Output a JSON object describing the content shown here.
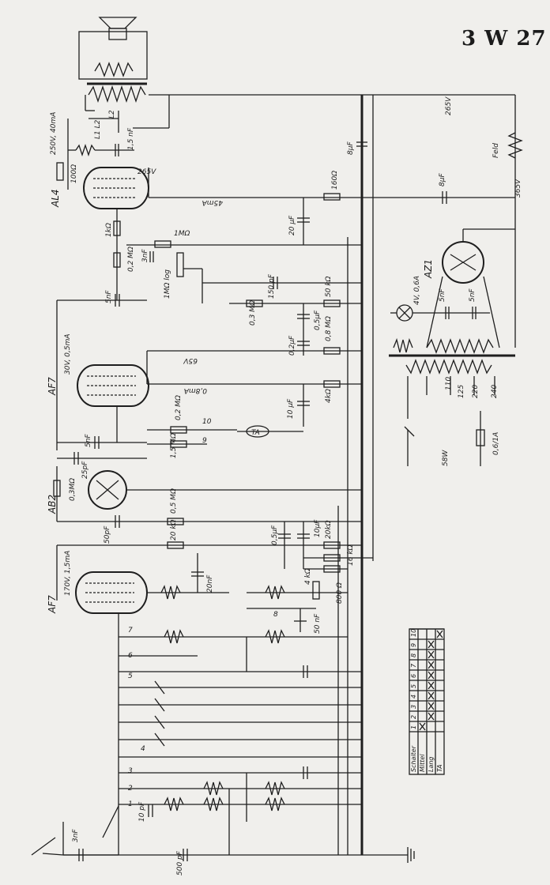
{
  "title": "3 W 27",
  "tubes": [
    {
      "name": "AL4",
      "supply": "250V, 40mA",
      "plate_voltage": "265V",
      "current": "45mA"
    },
    {
      "name": "AF7",
      "supply": "30V, 0,5mA",
      "plate_voltage": "65V",
      "current": "0,8mA"
    },
    {
      "name": "AB2"
    },
    {
      "name": "AF7",
      "supply": "170V, 1,5mA"
    },
    {
      "name": "AZ1"
    }
  ],
  "labels": {
    "l2": "L2",
    "l1l2": "L1 L2",
    "c15nf": "1,5 nF",
    "r100": "100Ω",
    "r1k": "1kΩ",
    "r1m": "1MΩ",
    "r02m": "0,2 MΩ",
    "c3nf": "3nF",
    "pot1m": "1MΩ log",
    "c5nf_a": "5nF",
    "c150pf": "150 pF",
    "r03m": "0,3 MΩ",
    "r50k": "50 kΩ",
    "c05uf_a": "0,5μF",
    "c02uf": "0,2μF",
    "r08m": "0,8 MΩ",
    "c20uf": "20 μF",
    "r160": "160Ω",
    "c8uf_a": "8μF",
    "c8uf_b": "8μF",
    "v265_a": "265V",
    "v365": "365V",
    "feld": "Feld",
    "c10uf_a": "10 μF",
    "r4k": "4kΩ",
    "r02m_b": "0,2 MΩ",
    "r15m": "1,5 MΩ",
    "sw10": "10",
    "sw9": "9",
    "ta": "TA",
    "c5nf_b": "5nF",
    "c25pf": "25pF",
    "r03m_b": "0,3MΩ",
    "c50pf": "50pF",
    "r05m": "0,5 MΩ",
    "r20k_a": "20 kΩ",
    "c05uf_b": "0,5μF",
    "c10uf_b": "10μF",
    "r20k_b": "20kΩ",
    "r16k": "16 kΩ",
    "c20nf": "20nF",
    "r4k_b": "4 kΩ",
    "r800": "800 Ω",
    "c50nf": "50 nF",
    "sw8": "8",
    "sw7": "7",
    "sw6": "6",
    "sw5": "5",
    "sw4": "4",
    "sw3": "3",
    "sw2": "2",
    "sw1": "1",
    "c10pf": "10 pF",
    "c500pf": "500 pF",
    "c3nf_b": "3nF",
    "lamp": "4V, 0,6A",
    "c5nf_c": "5nF",
    "c5nf_d": "5nF",
    "tap110": "110",
    "tap125": "125",
    "tap220": "220",
    "tap240": "240",
    "fuse": "0,6/1A",
    "power": "58W"
  },
  "switch_table": {
    "headers": [
      "Schalter",
      "1",
      "2",
      "3",
      "4",
      "5",
      "6",
      "7",
      "8",
      "9",
      "10"
    ],
    "rows": [
      {
        "label": "Mittel",
        "marks": [
          1,
          0,
          0,
          0,
          0,
          0,
          0,
          0,
          0,
          0
        ]
      },
      {
        "label": "Lang",
        "marks": [
          0,
          1,
          1,
          1,
          1,
          1,
          1,
          1,
          1,
          0
        ]
      },
      {
        "label": "TA",
        "marks": [
          0,
          0,
          0,
          0,
          0,
          0,
          0,
          0,
          0,
          1
        ]
      }
    ]
  }
}
